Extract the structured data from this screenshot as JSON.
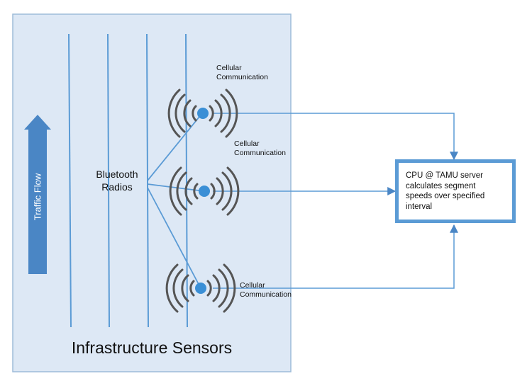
{
  "labels": {
    "cellular_top": "Cellular\nCommunication",
    "cellular_mid": "Cellular\nCommunication",
    "cellular_bottom": "Cellular\nCommunication",
    "bluetooth": "Bluetooth\nRadios",
    "traffic_flow": "Traffic Flow",
    "cpu_box": "CPU @ TAMU server\ncalculates segment\nspeeds over specified\ninterval",
    "footer": "Infrastructure Sensors"
  },
  "colors": {
    "panel_fill": "#dde8f5",
    "panel_border": "#9dbcd9",
    "line": "#5b9bd5",
    "arrow": "#4a86c5",
    "node": "#3a8fd6",
    "waves": "#555555"
  },
  "icons": {
    "sensor": "bluetooth-radio-icon",
    "direction": "traffic-flow-arrow-icon"
  }
}
